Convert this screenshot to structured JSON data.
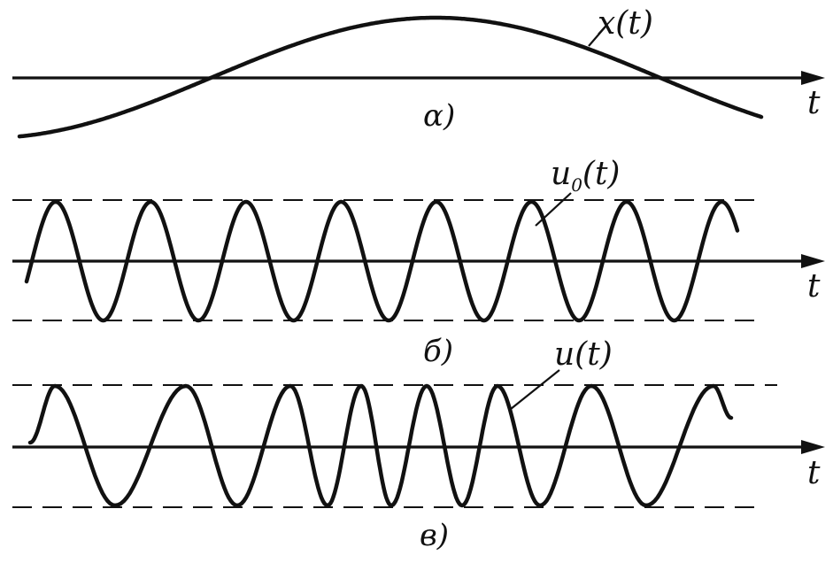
{
  "panels": [
    {
      "caption": "α)",
      "curve_label": "x(t)",
      "axis_label": "t"
    },
    {
      "caption": "б)",
      "curve_label_main": "u",
      "curve_label_sub": "0",
      "curve_label_arg": "(t)",
      "axis_label": "t"
    },
    {
      "caption": "в)",
      "curve_label": "u(t)",
      "axis_label": "t"
    }
  ]
}
